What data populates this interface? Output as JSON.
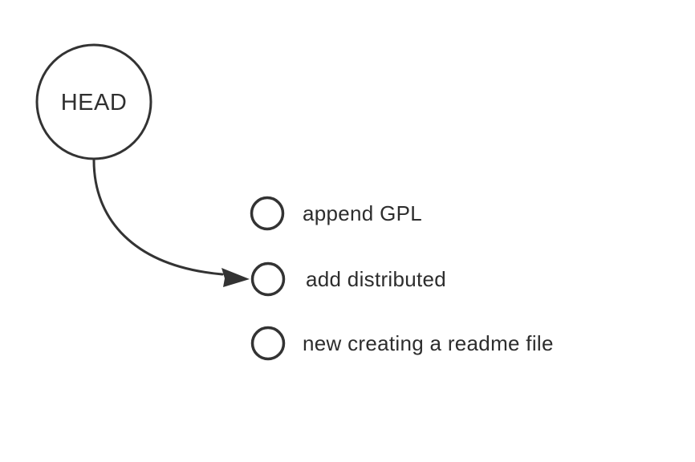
{
  "diagram": {
    "title": "git-head-pointer-diagram",
    "head": {
      "label": "HEAD"
    },
    "commits": [
      {
        "label": "append GPL"
      },
      {
        "label": "add distributed"
      },
      {
        "label": "new creating a readme file"
      }
    ],
    "arrow": {
      "from": "HEAD",
      "to": "add distributed"
    },
    "colors": {
      "background": "#ffffff",
      "stroke": "#333333",
      "text": "#2d2d2d"
    }
  }
}
